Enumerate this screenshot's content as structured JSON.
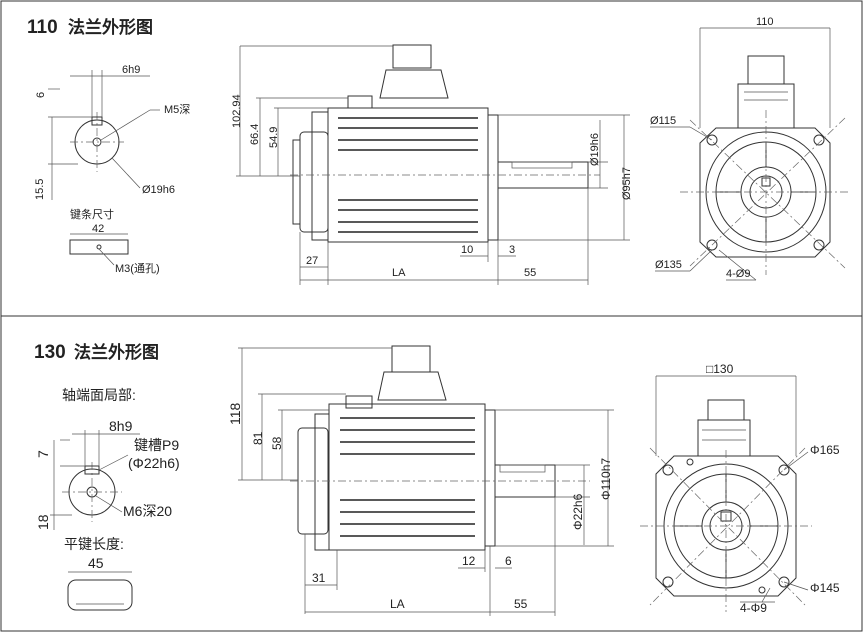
{
  "section110": {
    "title_num": "110",
    "title_text": "法兰外形图",
    "key": {
      "width": "6h9",
      "depth": "6",
      "thread": "M5深",
      "height": "15.5",
      "shaft": "Ø19h6"
    },
    "keybar": {
      "caption": "键条尺寸",
      "length": "42",
      "hole": "M3(通孔)"
    },
    "side": {
      "h1": "102.94",
      "h2": "66.4",
      "h3": "54.9",
      "flange": "27",
      "la": "LA",
      "a": "10",
      "b": "3",
      "shaft_len": "55",
      "shaft_dia": "Ø19h6",
      "pilot": "Ø95h7"
    },
    "front": {
      "square": "110",
      "pcd": "Ø115",
      "outer": "Ø135",
      "holes": "4-Ø9"
    }
  },
  "section130": {
    "title_num": "130",
    "title_text": "法兰外形图",
    "shaft_caption": "轴端面局部:",
    "key": {
      "width": "8h9",
      "keyway": "键槽P9",
      "shaft": "(Φ22h6)",
      "depth": "7",
      "height": "18",
      "thread": "M6深20"
    },
    "keybar": {
      "caption": "平键长度:",
      "length": "45"
    },
    "side": {
      "h1": "118",
      "h2": "81",
      "h3": "58",
      "flange": "31",
      "la": "LA",
      "a": "12",
      "b": "6",
      "shaft_len": "55",
      "shaft_dia": "Φ22h6",
      "pilot": "Φ110h7"
    },
    "front": {
      "square": "□130",
      "pcd": "Φ165",
      "inner": "Φ145",
      "holes": "4-Φ9"
    }
  }
}
